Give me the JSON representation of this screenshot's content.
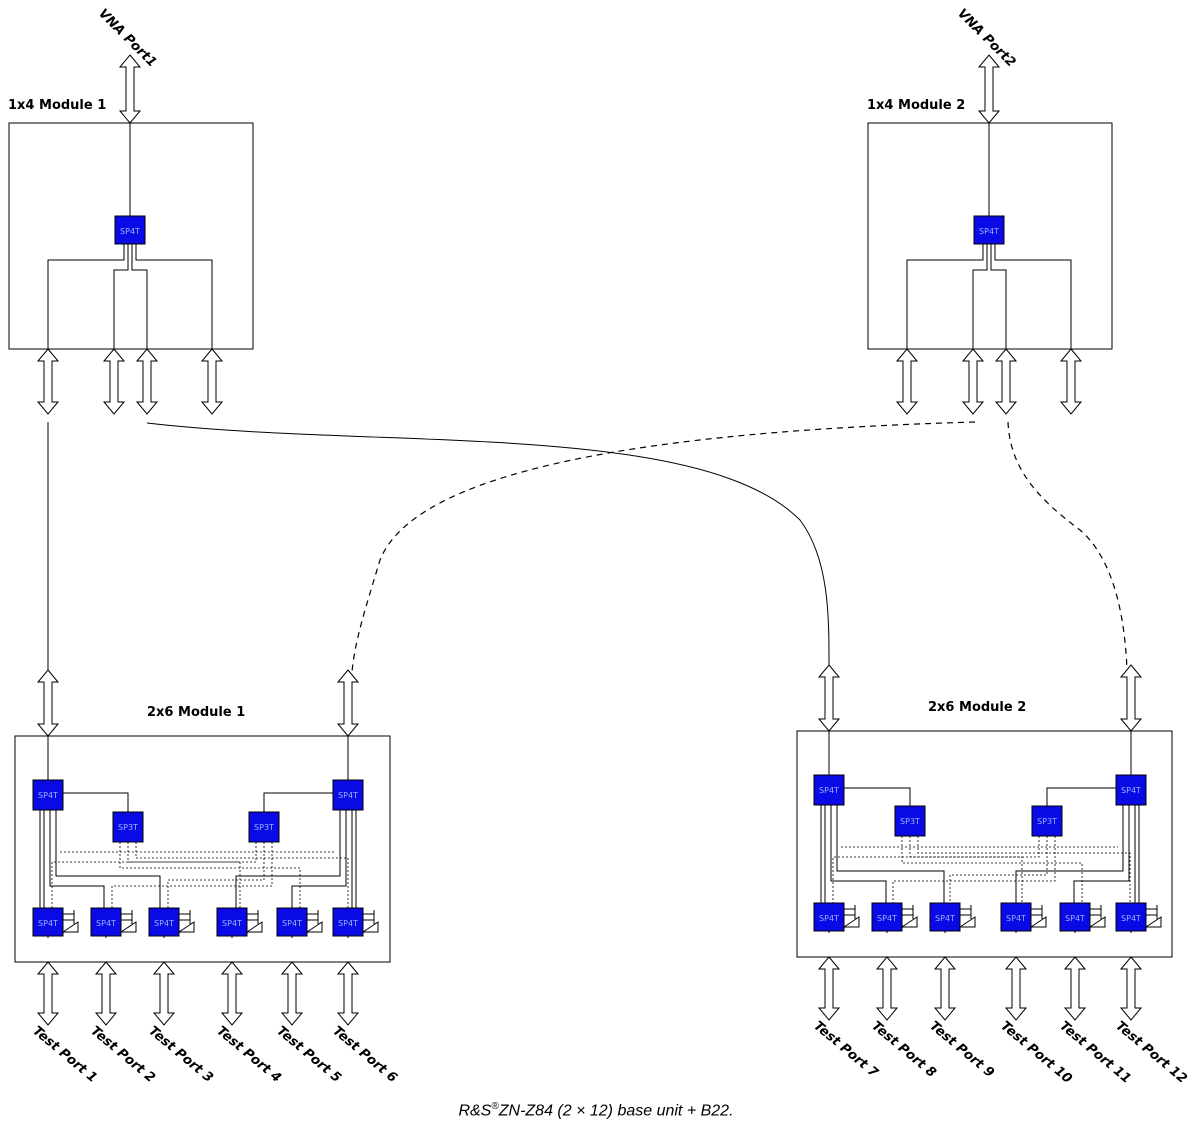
{
  "vna_ports": [
    "VNA Port1",
    "VNA Port2"
  ],
  "modules_1x4": [
    "1x4 Module 1",
    "1x4 Module 2"
  ],
  "modules_2x6": [
    "2x6 Module 1",
    "2x6 Module 2"
  ],
  "switch_labels": {
    "sp4t": "SP4T",
    "sp3t": "SP3T"
  },
  "test_ports": [
    "Test Port 1",
    "Test Port 2",
    "Test Port 3",
    "Test Port 4",
    "Test Port 5",
    "Test Port 6",
    "Test Port 7",
    "Test Port 8",
    "Test Port 9",
    "Test Port 10",
    "Test Port 11",
    "Test Port 12"
  ],
  "caption": {
    "brand": "R&S",
    "reg": "®",
    "rest": "ZN-Z84 (2 × 12) base unit + B22."
  }
}
